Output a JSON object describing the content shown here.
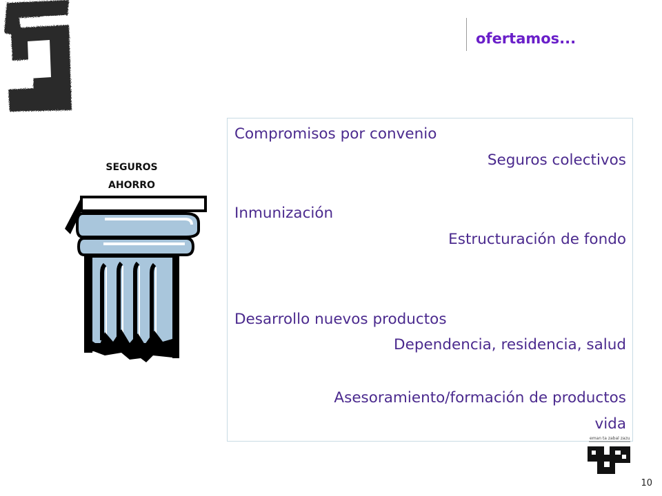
{
  "header": {
    "title": "ofertamos..."
  },
  "pillar": {
    "line1": "SEGUROS",
    "line2": "AHORRO"
  },
  "offer_box": {
    "items": [
      "Compromisos por convenio",
      "Seguros colectivos",
      "Inmunización",
      "Estructuración de fondo",
      "Desarrollo nuevos productos",
      "Dependencia, residencia, salud",
      "Asesoramiento/formación de productos",
      "vida"
    ]
  },
  "logo": {
    "tagline": "eman ta zabal zazu"
  },
  "footer": {
    "page_number": "10"
  },
  "colors": {
    "title": "#6a1fc9",
    "body_text": "#4b2a8e",
    "box_border": "#c8dbe4",
    "column_fill": "#a9c6dc"
  }
}
